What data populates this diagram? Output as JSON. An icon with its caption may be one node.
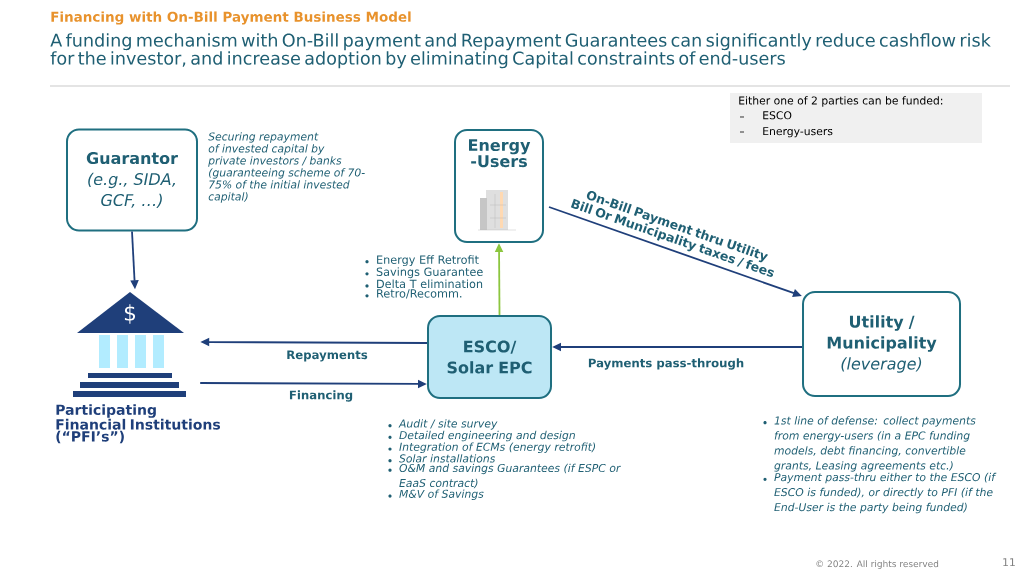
{
  "diagram": {
    "title": "Financing with On-Bill Payment Business Model",
    "nodes": [
      {
        "text": [
          "Guarantor",
          "(e.g., SIDA, GCF, …)"
        ]
      },
      {
        "text": [
          "Energy -Users"
        ]
      },
      {
        "text": [
          "$"
        ],
        "beside": [
          "Participating Financial Institutions (“PFI’s”)"
        ]
      },
      {
        "text": [
          "ESCO/ Solar EPC"
        ]
      },
      {
        "text": [
          "Utility / Municipality",
          "(leverage)"
        ]
      }
    ],
    "edges": [
      {
        "from": 0,
        "to": 2,
        "arrow": "to"
      },
      {
        "from": 3,
        "to": 1,
        "arrow": "to",
        "color": "#8cc63f"
      },
      {
        "from": 3,
        "to": 2,
        "arrow": "to",
        "label": "Repayments"
      },
      {
        "from": 2,
        "to": 3,
        "arrow": "to",
        "label": "Financing"
      },
      {
        "from": 1,
        "to": 4,
        "arrow": "to",
        "label": "On-Bill Payment thru Utility Bill Or Municipality taxes / fees"
      },
      {
        "from": 4,
        "to": 3,
        "arrow": "to",
        "label": "Payments pass-through"
      }
    ],
    "labels": [
      "A funding mechanism with On-Bill payment and Repayment Guarantees can significantly reduce cashflow risk for the investor, and increase adoption by eliminating Capital constraints of end-users",
      "Securing repayment of invested capital by private investors / banks (guaranteeing scheme of 70-75% of the initial invested capital)",
      "Energy Eff Retrofit",
      "Savings Guarantee",
      "Delta T elimination",
      "Retro/Recomm.",
      "Either one of 2 parties can be funded:",
      "ESCO",
      "Energy-users",
      "Audit / site survey",
      "Detailed engineering and design",
      "Integration of ECMs (energy retrofit)",
      "Solar installations",
      "O&M and savings Guarantees (if ESPC or EaaS contract)",
      "M&V of Savings",
      "1st line of defense: collect payments from energy-users (in a  EPC funding models, debt financing, convertible grants, Leasing agreements etc.)",
      "Payment pass-thru either to the ESCO (if ESCO is funded), or directly to PFI (if the End-User is the party being funded)",
      "© 2022. All rights reserved",
      "11"
    ]
  }
}
